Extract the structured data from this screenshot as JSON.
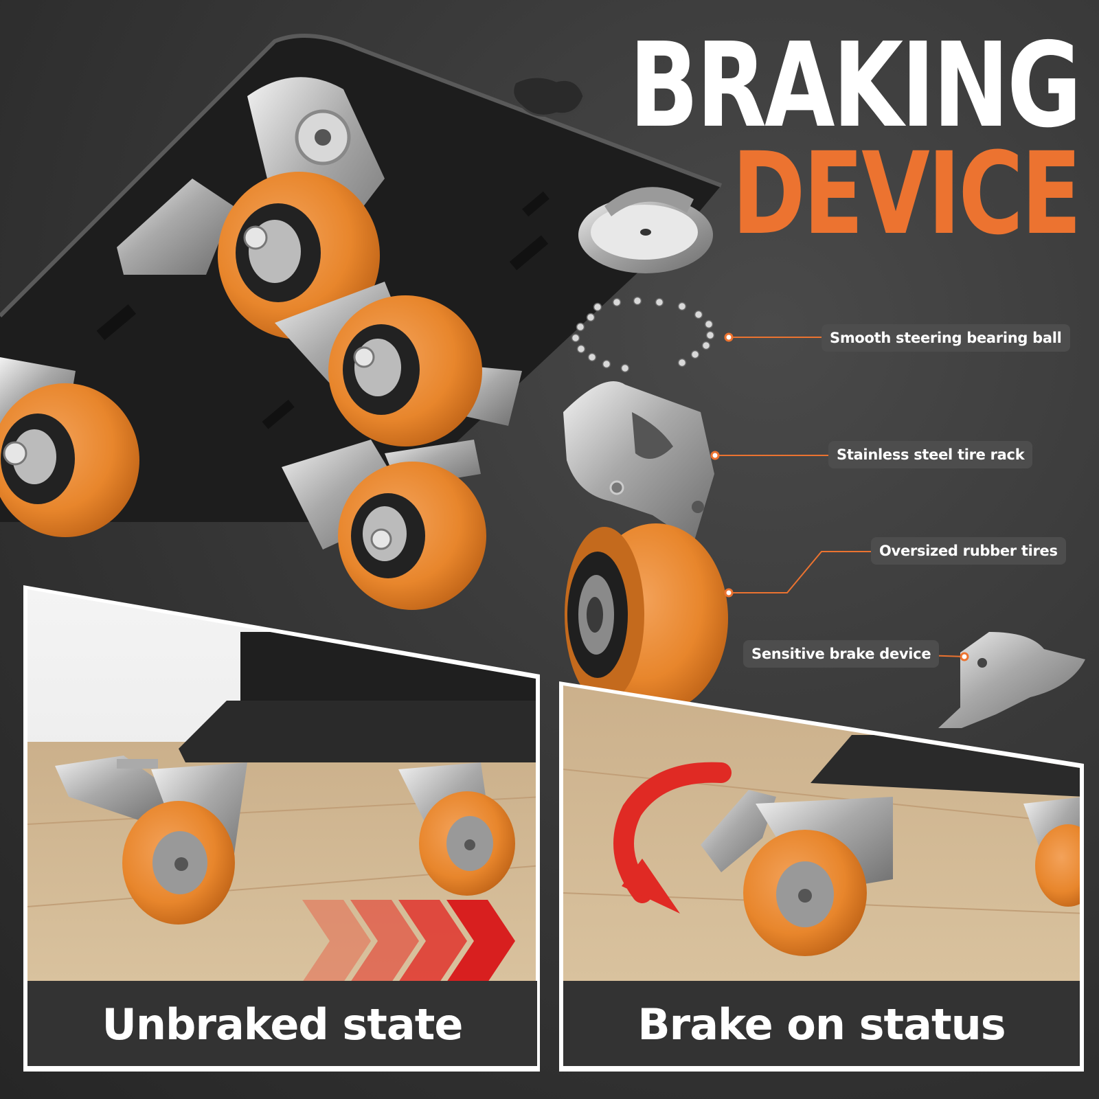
{
  "headline": {
    "line1": "BRAKING",
    "line2": "DEVICE",
    "line1_color": "#ffffff",
    "line2_color": "#ec7330"
  },
  "callouts": [
    {
      "id": "bearing",
      "label": "Smooth steering bearing ball"
    },
    {
      "id": "rack",
      "label": "Stainless steel tire rack"
    },
    {
      "id": "tires",
      "label": "Oversized rubber tires"
    },
    {
      "id": "brake",
      "label": "Sensitive brake device"
    }
  ],
  "panels": {
    "left": {
      "caption": "Unbraked state"
    },
    "right": {
      "caption": "Brake on status"
    }
  },
  "colors": {
    "accent": "#ec7330",
    "tire_orange": "#e8862c",
    "arrow_red": "#e02a24",
    "caption_bar": "#333333",
    "label_bg": "#4d4d4d"
  },
  "icons": [
    "wheel-icon",
    "bearing-ball-icon",
    "tire-rack-icon",
    "brake-pedal-icon",
    "chevron-arrow-icon",
    "curved-arrow-icon"
  ]
}
